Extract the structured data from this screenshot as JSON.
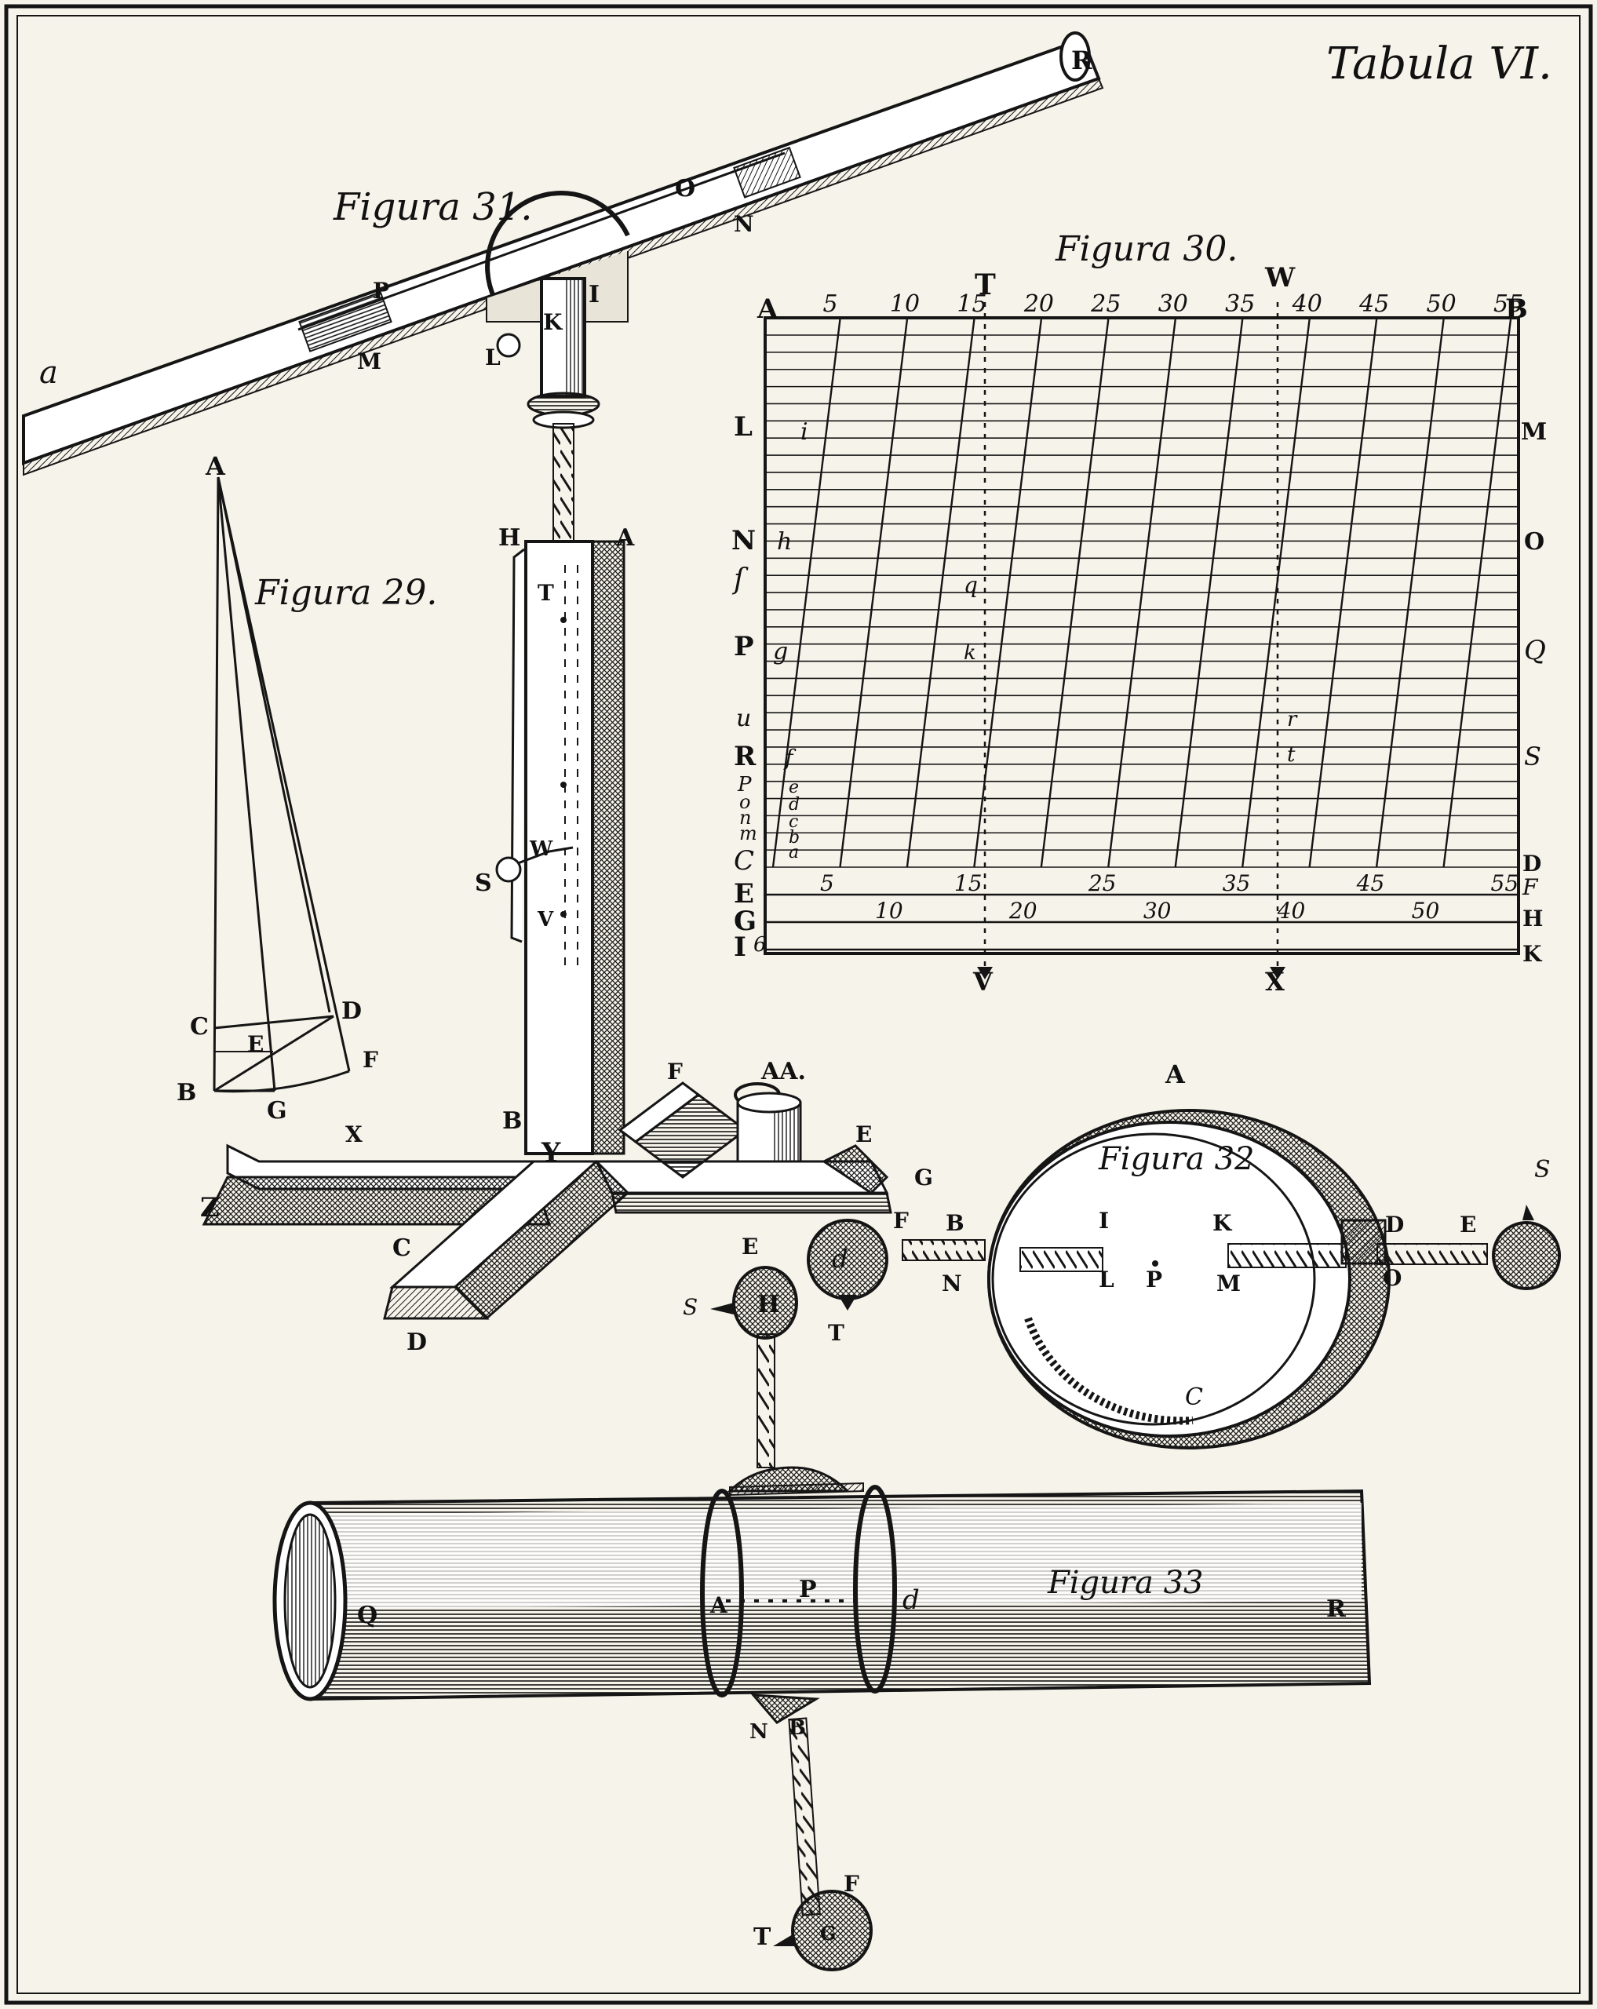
{
  "plate": {
    "title": "Tabula VI.",
    "ink_color": "#151515",
    "paper_color": "#f6f3ea"
  },
  "figures": {
    "f29": {
      "caption": "Figura 29.",
      "labels": {
        "apex": "A",
        "c": "C",
        "d": "D",
        "e": "E",
        "f": "F",
        "b": "B",
        "g": "G"
      }
    },
    "f30": {
      "caption": "Figura 30.",
      "top_numbers": [
        "5",
        "10",
        "15",
        "20",
        "25",
        "30",
        "35",
        "40",
        "45",
        "50",
        "55"
      ],
      "lower_numbers_E": [
        "5",
        "15",
        "25",
        "35",
        "45",
        "55"
      ],
      "lower_numbers_G": [
        "10",
        "20",
        "30",
        "40",
        "50"
      ],
      "left_labels": {
        "a": "A",
        "l": "L",
        "n": "N",
        "s": "ſ",
        "p": "P",
        "u": "u",
        "r": "R",
        "p2": "P",
        "o": "o",
        "n2": "n",
        "m": "m",
        "c": "C",
        "e": "E",
        "g": "G",
        "i": "I"
      },
      "right_labels": {
        "b": "B",
        "m": "M",
        "o": "O",
        "q": "Q",
        "s": "S",
        "d": "D",
        "f": "F",
        "h": "H",
        "k": "K"
      },
      "inner_labels": {
        "i": "i",
        "h": "h",
        "g": "g",
        "f": "f",
        "e": "e",
        "d": "d",
        "c": "c",
        "b": "b",
        "a": "a",
        "q": "q",
        "k": "k",
        "r": "r",
        "t": "t",
        "six": "6"
      },
      "verticals": {
        "t": "T",
        "v": "V",
        "w": "W",
        "x": "X"
      }
    },
    "f31": {
      "caption": "Figura 31.",
      "labels": {
        "a": "a",
        "r": "R",
        "o": "O",
        "n": "N",
        "p": "P",
        "m": "M",
        "i": "I",
        "k": "K",
        "l": "L",
        "h": "H",
        "a2": "A",
        "t": "T",
        "s": "S",
        "w": "W",
        "v": "V",
        "b": "B",
        "x": "X",
        "y": "Y",
        "z": "Z",
        "c": "C",
        "d": "D",
        "f": "F",
        "aa": "AA.",
        "e": "E",
        "g": "G"
      }
    },
    "f32": {
      "caption": "Figura 32",
      "labels": {
        "a": "A",
        "i": "I",
        "k": "K",
        "l": "L",
        "p": "P",
        "m": "M",
        "n": "N",
        "b": "B",
        "d": "D",
        "o": "O",
        "e": "E",
        "s": "S",
        "f": "F",
        "t": "T",
        "dd": "d",
        "c": "C"
      }
    },
    "f33": {
      "caption": "Figura 33",
      "labels": {
        "e": "E",
        "h": "H",
        "s": "S",
        "q": "Q",
        "a": "A",
        "p": "P",
        "d": "d",
        "r": "R",
        "n": "N",
        "b": "B",
        "f": "F",
        "t": "T",
        "g": "G"
      }
    }
  }
}
